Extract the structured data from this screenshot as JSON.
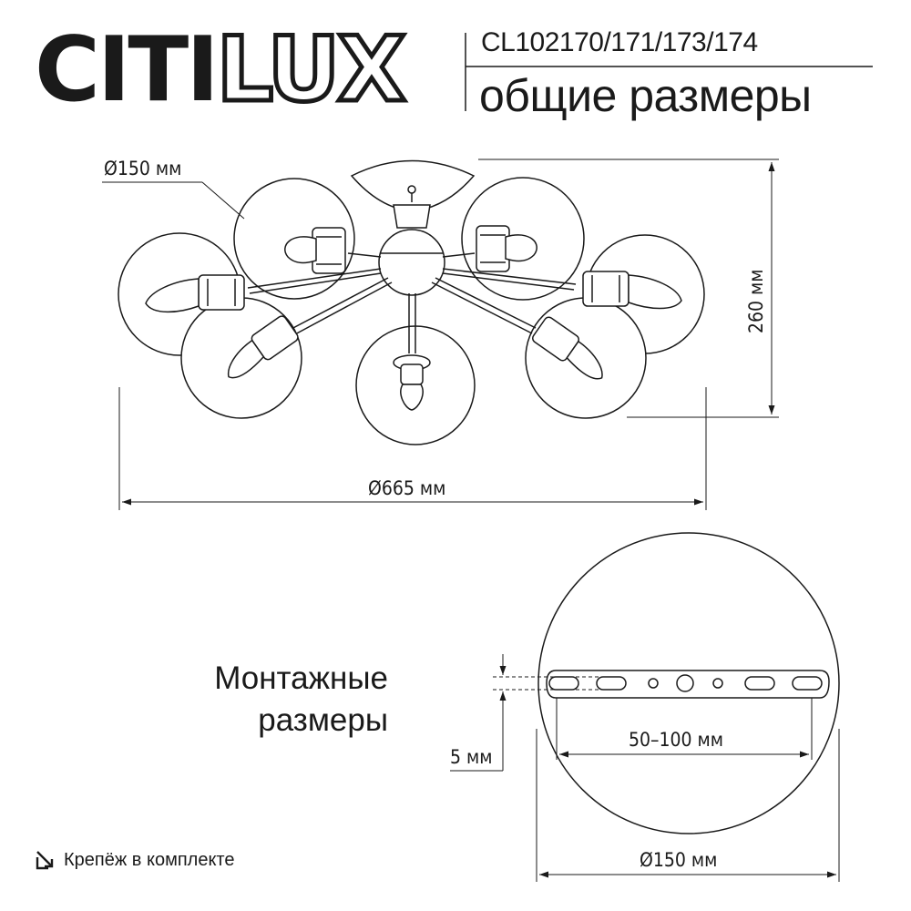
{
  "brand": {
    "part1": "CITI",
    "part2": "LUX"
  },
  "header": {
    "model": "CL102170/171/173/174",
    "subtitle": "общие размеры"
  },
  "dimensions": {
    "glass_diameter": "Ø150 мм",
    "height": "260 мм",
    "overall_diameter": "Ø665 мм",
    "bracket_span": "50–100 мм",
    "bracket_thickness": "5 мм",
    "base_diameter": "Ø150 мм"
  },
  "mounting": {
    "title_line1": "Монтажные",
    "title_line2": "размеры"
  },
  "footer": {
    "icon": "arrow-into-box-icon",
    "text": "Крепёж в комплекте"
  }
}
